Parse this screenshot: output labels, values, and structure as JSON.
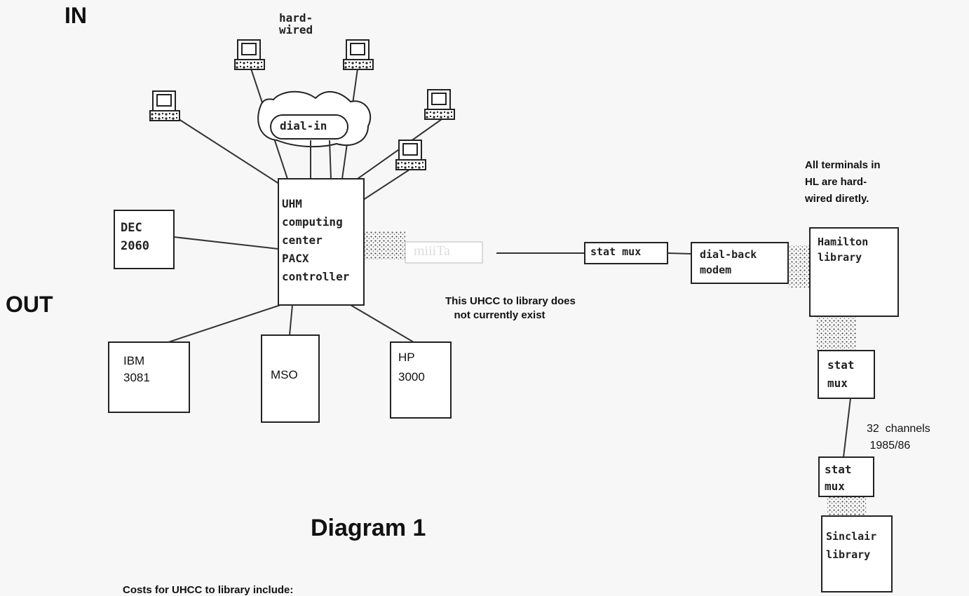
{
  "page": {
    "in_label": "IN",
    "out_label": "OUT",
    "title": "Diagram 1",
    "costs_text": "Costs for UHCC to library include:"
  },
  "terminals": {
    "hardwired_label": "hard-\nwired",
    "dialin_label": "dial-in"
  },
  "center": {
    "label": "UHM\ncomputing\ncenter\nPACX\ncontroller"
  },
  "hosts": {
    "dec": "DEC\n2060",
    "ibm": "IBM\n3081",
    "mso": "MSO",
    "hp": "HP\n3000"
  },
  "link": {
    "overlay_text": "miiiTa",
    "note": "This UHCC to library does\n   not currently exist",
    "stat_mux_1": "stat mux",
    "dialback_modem": "dial-back\nmodem"
  },
  "hamilton": {
    "note": "All terminals in\nHL are hard-\nwired diretly.",
    "box": "Hamilton\nlibrary",
    "stat_mux_2": "stat\nmux",
    "channels_note": "32  channels\n 1985/86",
    "stat_mux_3": "stat\nmux"
  },
  "sinclair": {
    "box": "Sinclair\nlibrary"
  }
}
